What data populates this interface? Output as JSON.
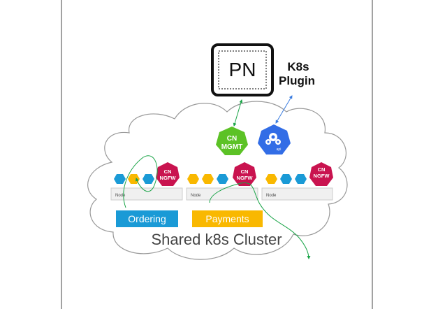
{
  "pn_box": {
    "label": "PN"
  },
  "plugin": {
    "line1": "K8s",
    "line2": "Plugin"
  },
  "mgmt": {
    "line1": "CN",
    "line2": "MGMT"
  },
  "api": {
    "label": "api"
  },
  "ngfw": {
    "line1": "CN",
    "line2": "NGFW"
  },
  "nodes": [
    {
      "label": "Node"
    },
    {
      "label": "Node"
    },
    {
      "label": "Node"
    }
  ],
  "legend": {
    "ordering": "Ordering",
    "payments": "Payments"
  },
  "cluster_title": "Shared k8s Cluster",
  "colors": {
    "ordering": "#1a9ad6",
    "payments": "#f9b800",
    "ngfw": "#c9134f",
    "mgmt": "#5cc226",
    "kube": "#326de6",
    "flow": "#19a447",
    "plugin_link": "#3b7de0"
  }
}
